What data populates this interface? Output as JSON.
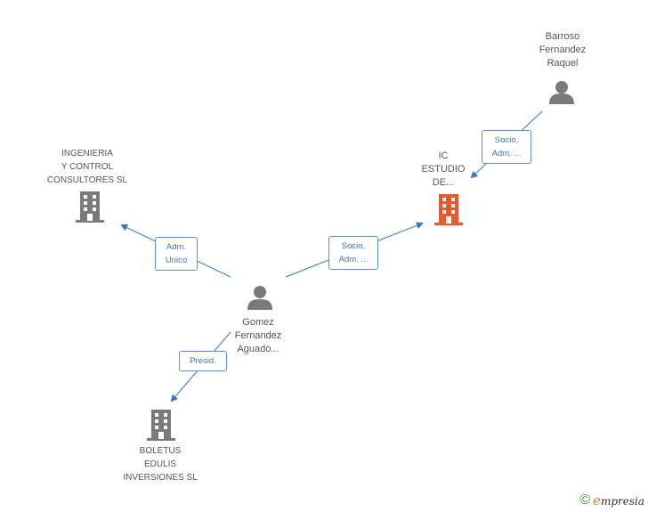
{
  "colors": {
    "edge": "#3a73c4",
    "node_gray": "#7a7a7a",
    "node_focus": "#e85a2c"
  },
  "nodes": {
    "barroso": {
      "label": "Barroso\nFernandez\nRaquel",
      "icon": "person-icon"
    },
    "ic": {
      "label": "IC\nESTUDIO\nDE...",
      "icon": "building-icon"
    },
    "ingenieria": {
      "label": "INGENIERIA\nY CONTROL\nCONSULTORES SL",
      "icon": "building-icon"
    },
    "gomez": {
      "label": "Gomez\nFernandez\nAguado...",
      "icon": "person-icon"
    },
    "boletus": {
      "label": "BOLETUS\nEDULIS\nINVERSIONES SL",
      "icon": "building-icon"
    }
  },
  "edges": {
    "barroso_ic": "Socio,\nAdm. ...",
    "gomez_ic": "Socio,\nAdm. ...",
    "gomez_ingenieria": "Adm.\nUnico",
    "gomez_boletus": "Presid."
  },
  "footer": {
    "copyright": "©",
    "brand_initial": "e",
    "brand_rest": "mpresia"
  }
}
